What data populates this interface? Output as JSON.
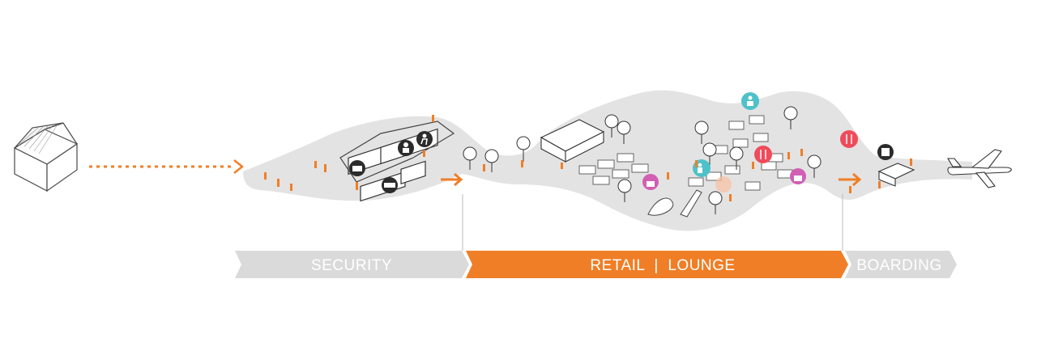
{
  "phases": [
    {
      "id": "security",
      "label": "SECURITY",
      "color": "#dadada"
    },
    {
      "id": "retail-lounge",
      "label": "RETAIL  |  LOUNGE",
      "color": "#f07e26"
    },
    {
      "id": "boarding",
      "label": "BOARDING",
      "color": "#dadada"
    }
  ],
  "colors": {
    "path_fill": "#e3e3e3",
    "accent_orange": "#f07e26",
    "icon_dark": "#2b2b2b",
    "icon_teal": "#4fc1c8",
    "icon_magenta": "#d15fb4",
    "icon_red": "#ef4b5b",
    "line_gray": "#555555"
  },
  "icons": [
    {
      "name": "baggage-check-icon",
      "color": "dark"
    },
    {
      "name": "scanner-icon",
      "color": "dark"
    },
    {
      "name": "security-officer-icon",
      "color": "dark"
    },
    {
      "name": "walk-through-icon",
      "color": "dark"
    },
    {
      "name": "info-desk-icon",
      "color": "teal"
    },
    {
      "name": "family-icon",
      "color": "teal"
    },
    {
      "name": "shopping-bag-icon",
      "color": "magenta"
    },
    {
      "name": "dining-icon",
      "color": "red"
    },
    {
      "name": "boarding-pass-icon",
      "color": "dark"
    }
  ]
}
